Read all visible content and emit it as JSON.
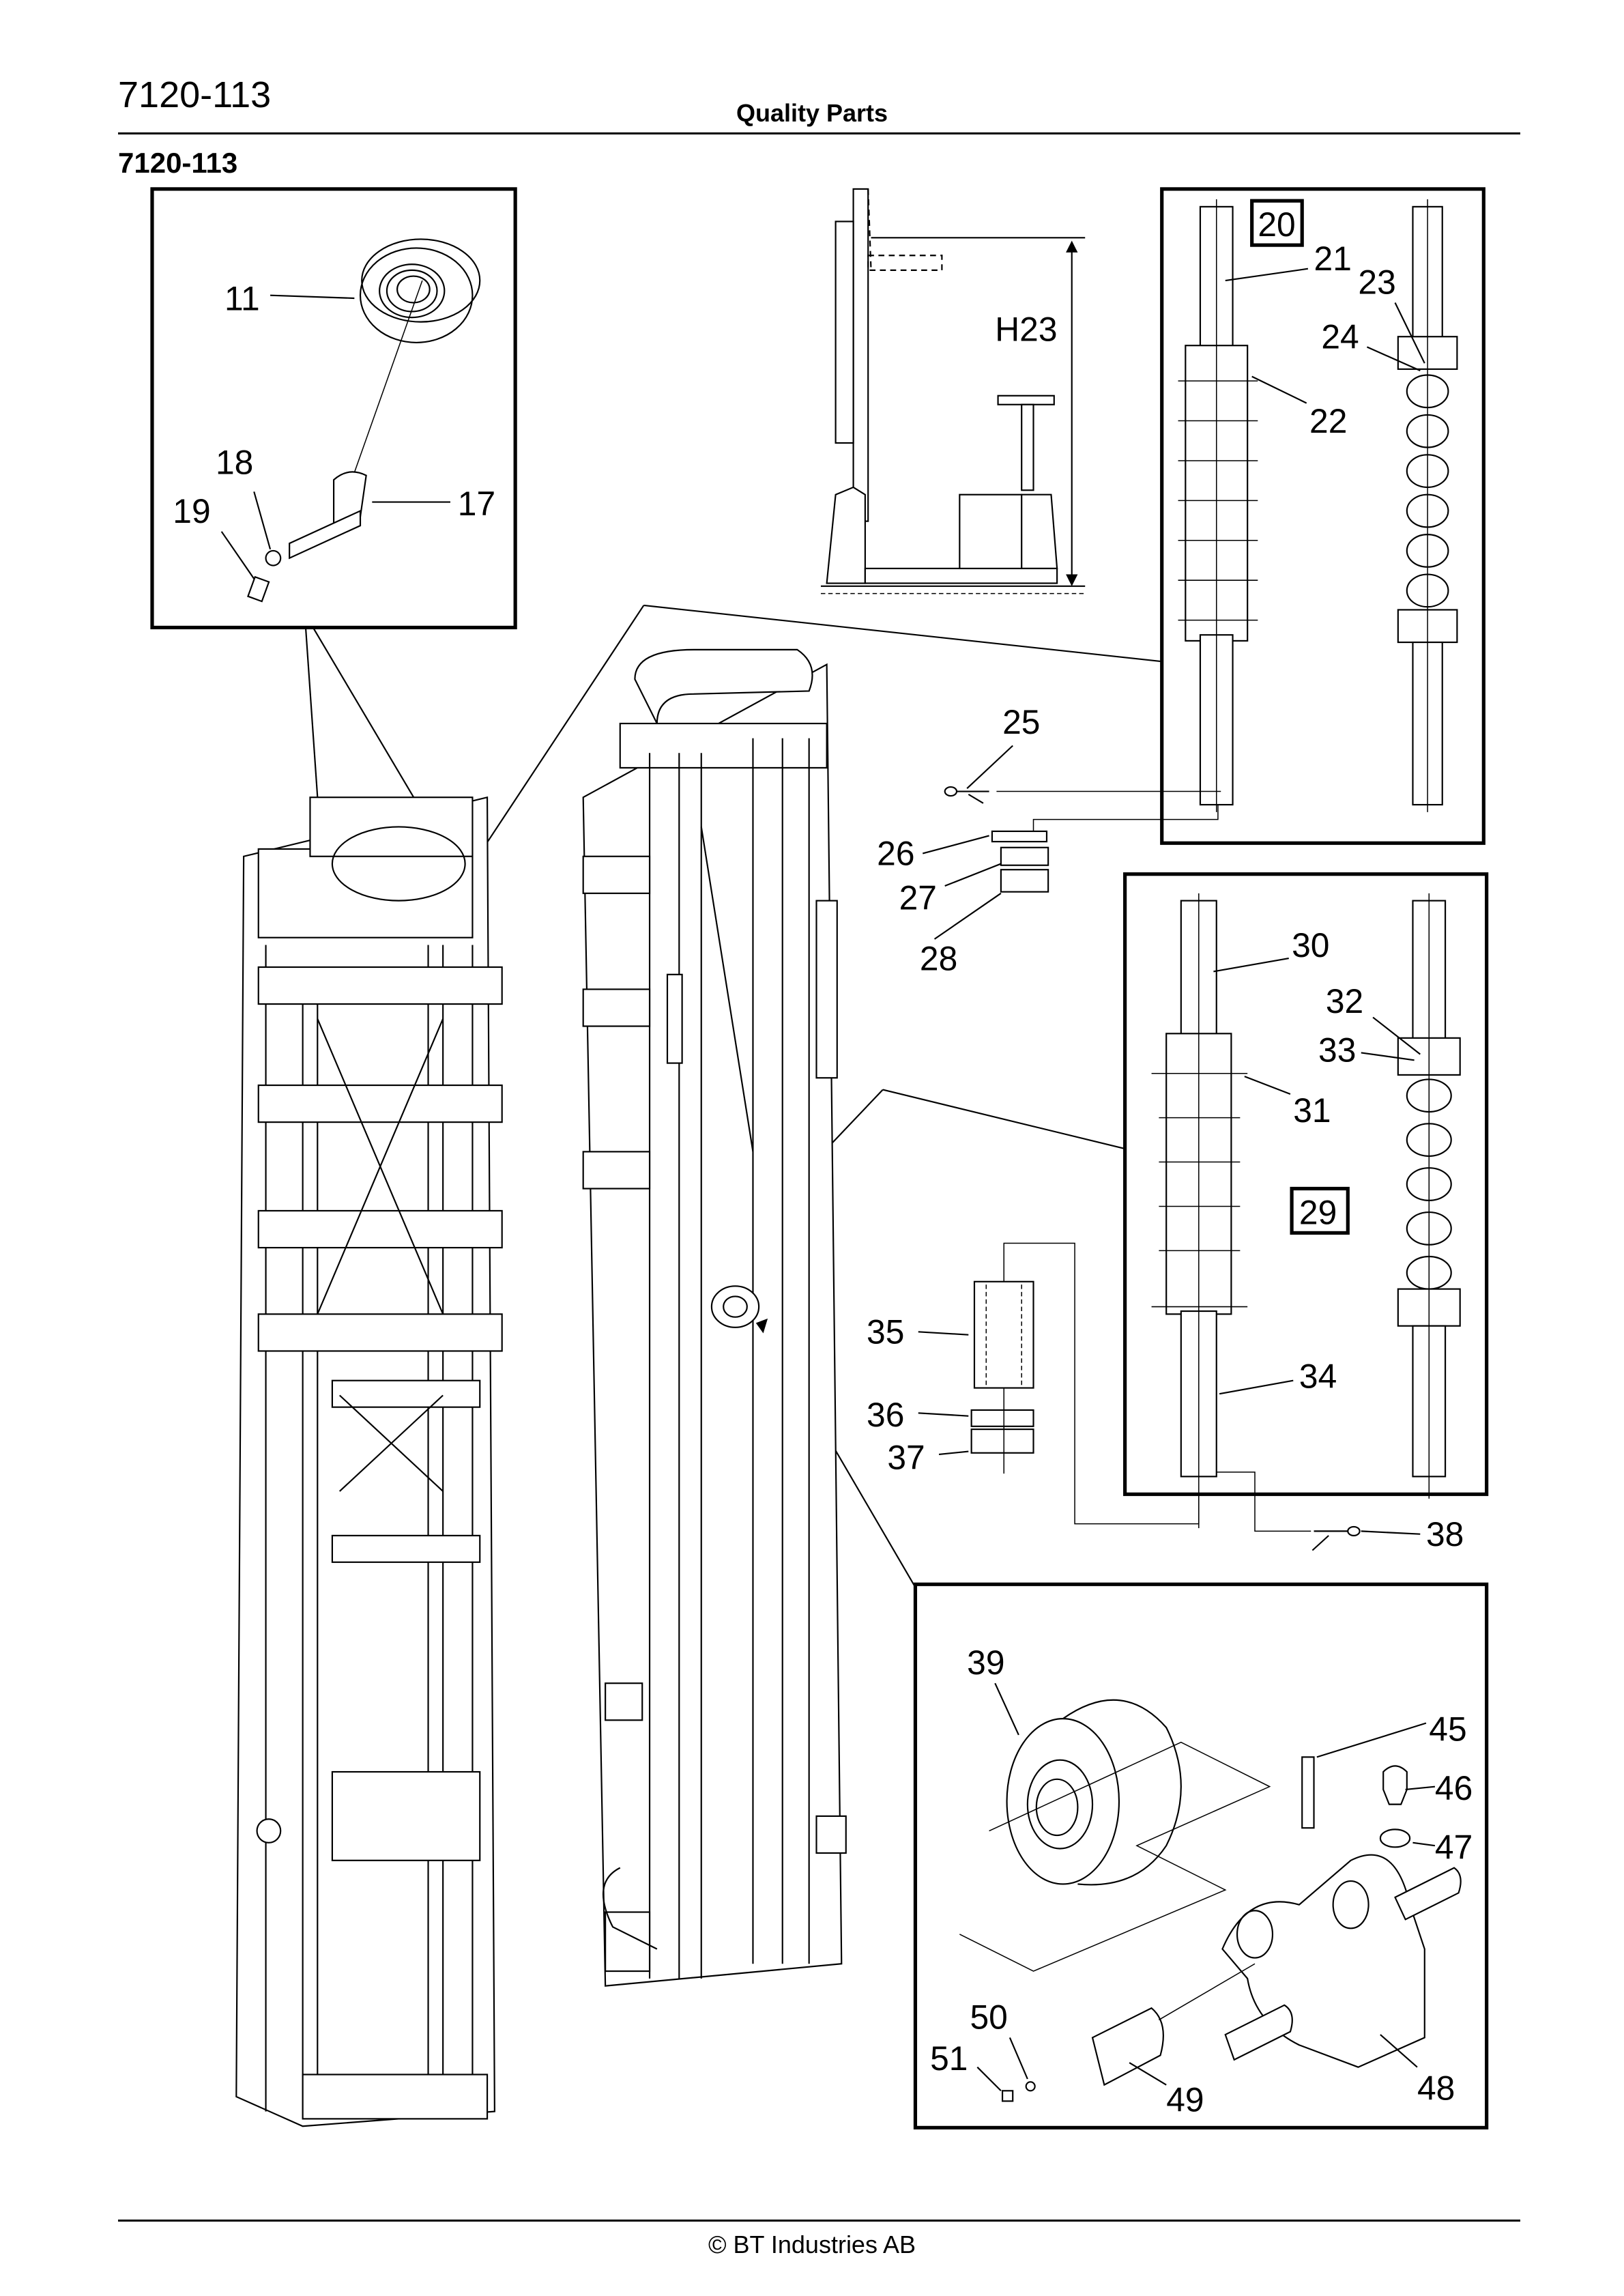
{
  "header": {
    "doc_code": "7120-113",
    "center_title": "Quality Parts"
  },
  "section": {
    "title": "7120-113"
  },
  "diagram": {
    "dimension_label": "H23",
    "callouts_pulley_inset": [
      "11",
      "17",
      "18",
      "19"
    ],
    "callouts_chain_upper": [
      "20",
      "21",
      "22",
      "23",
      "24"
    ],
    "callouts_loose_upper": [
      "25",
      "26",
      "27",
      "28"
    ],
    "callouts_chain_lower": [
      "29",
      "30",
      "31",
      "32",
      "33",
      "34"
    ],
    "callouts_loose_lower": [
      "35",
      "36",
      "37",
      "38"
    ],
    "callouts_roller_inset": [
      "39",
      "45",
      "46",
      "47",
      "48",
      "49",
      "50",
      "51"
    ],
    "boxed_assembly_numbers": [
      "20",
      "29"
    ]
  },
  "footer": {
    "copyright": "© BT Industries AB"
  }
}
